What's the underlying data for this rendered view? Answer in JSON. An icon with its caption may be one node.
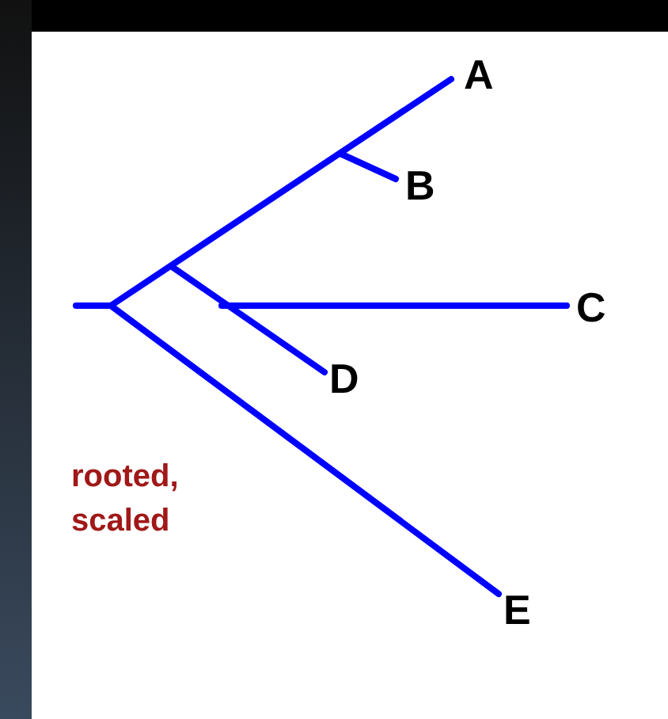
{
  "diagram": {
    "nodes": [
      {
        "text": [
          "A"
        ]
      },
      {
        "text": [
          "B"
        ]
      },
      {
        "text": [
          "C"
        ]
      },
      {
        "text": [
          "D"
        ]
      },
      {
        "text": [
          "E"
        ]
      }
    ],
    "labels": [
      "rooted, scaled"
    ]
  }
}
